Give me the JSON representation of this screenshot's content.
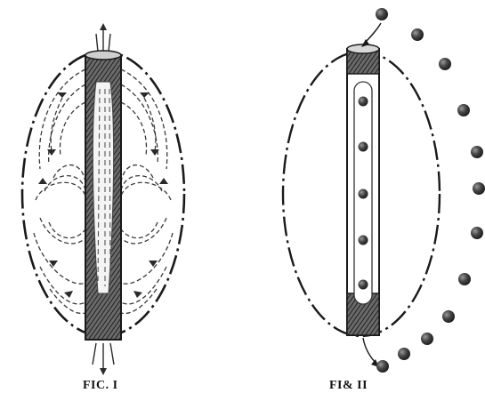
{
  "figures": [
    {
      "id": "fig-1",
      "caption": "FIC. I",
      "description_elements": [
        "elliptical-field-boundary",
        "vertical-tube",
        "swirling-flow-lines",
        "end-jets"
      ]
    },
    {
      "id": "fig-2",
      "caption": "FI& II",
      "description_elements": [
        "elliptical-field-boundary",
        "vertical-tube",
        "inner-particles",
        "outer-particle-path"
      ]
    }
  ],
  "colors": {
    "ink": "#1a1a1a",
    "shading": "#555555",
    "particle": "#3a3a3a",
    "paper": "#ffffff"
  }
}
